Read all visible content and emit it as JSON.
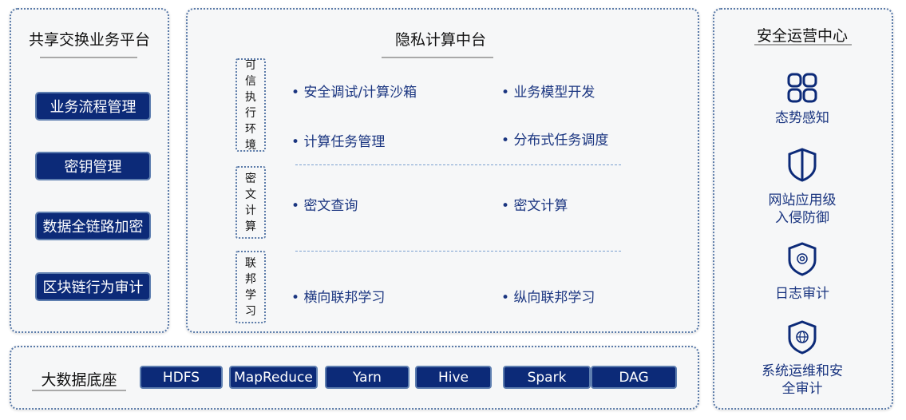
{
  "left_panel": {
    "title": "共享交换业务平台",
    "buttons": [
      "业务流程管理",
      "密钥管理",
      "数据全链路加密",
      "区块链行为审计"
    ]
  },
  "center_panel": {
    "title": "隐私计算中台",
    "groups": [
      {
        "label": [
          "可",
          "信",
          "执",
          "行",
          "环",
          "境"
        ],
        "items": [
          "安全调试/计算沙箱",
          "业务模型开发",
          "计算任务管理",
          "分布式任务调度"
        ]
      },
      {
        "label": [
          "密",
          "文",
          "计",
          "算"
        ],
        "items": [
          "密文查询",
          "密文计算"
        ]
      },
      {
        "label": [
          "联",
          "邦",
          "学",
          "习"
        ],
        "items": [
          "横向联邦学习",
          "纵向联邦学习"
        ]
      }
    ]
  },
  "bottom_panel": {
    "title": "大数据底座",
    "chips": [
      "HDFS",
      "MapReduce",
      "Yarn",
      "Hive",
      "Spark",
      "DAG"
    ]
  },
  "right_panel": {
    "title": "安全运营中心",
    "items": [
      {
        "icon": "grid-icon",
        "label": "态势感知"
      },
      {
        "icon": "shield-icon",
        "label_lines": [
          "网站应用级",
          "入侵防御"
        ]
      },
      {
        "icon": "shield-gear-icon",
        "label": "日志审计"
      },
      {
        "icon": "shield-globe-icon",
        "label_lines": [
          "系统运维和安",
          "全审计"
        ]
      }
    ]
  },
  "colors": {
    "navy": "#0c2a78",
    "text_blue": "#1a3580",
    "border": "#5a7aa8"
  }
}
